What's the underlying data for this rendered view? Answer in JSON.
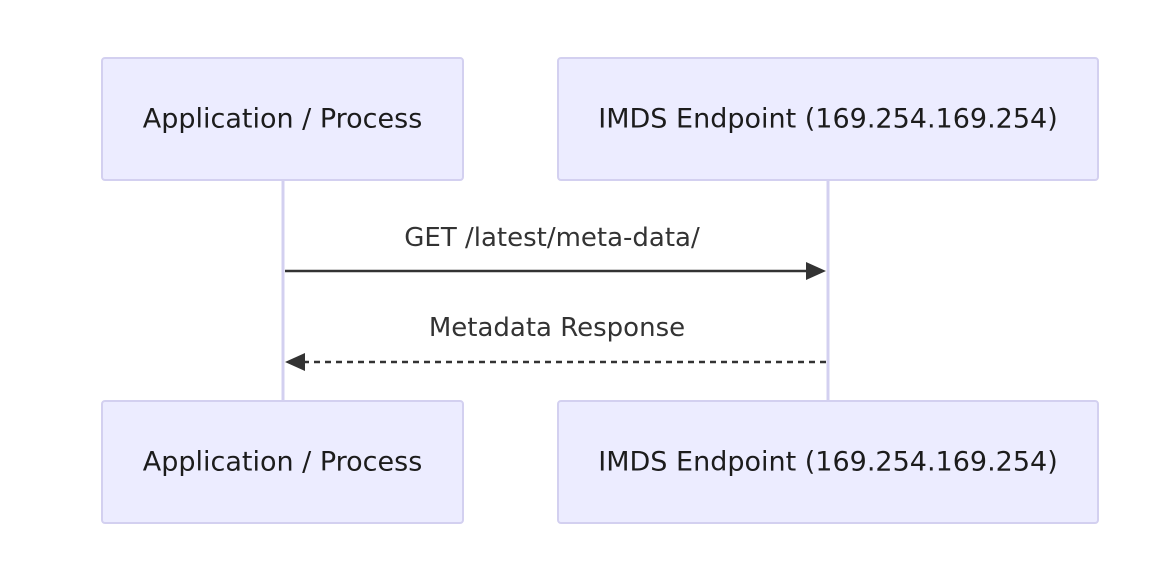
{
  "participants": [
    {
      "id": "app",
      "label": "Application / Process"
    },
    {
      "id": "imds",
      "label": "IMDS Endpoint (169.254.169.254)"
    }
  ],
  "messages": [
    {
      "from": "app",
      "to": "imds",
      "label": "GET /latest/meta-data/",
      "style": "solid"
    },
    {
      "from": "imds",
      "to": "app",
      "label": "Metadata Response",
      "style": "dashed"
    }
  ],
  "colors": {
    "actor_fill": "#ececff",
    "actor_stroke": "#d3d0f0",
    "line": "#333333"
  }
}
